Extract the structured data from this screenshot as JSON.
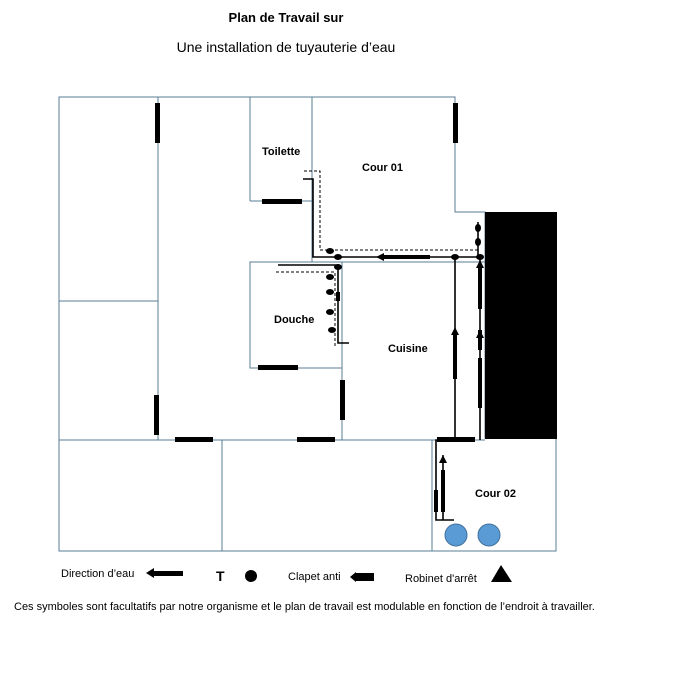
{
  "header": {
    "title": "Plan de Travail sur",
    "subtitle": "Une installation de tuyauterie d’eau"
  },
  "rooms": {
    "toilette": "Toilette",
    "cour01": "Cour 01",
    "douche": "Douche",
    "cuisine": "Cuisine",
    "cour02": "Cour 02"
  },
  "legend": {
    "water_direction": "Direction d’eau",
    "t_symbol": "T",
    "check_valve": "Clapet anti",
    "stop_valve": "Robinet d'arrêt"
  },
  "footnote": "Ces symboles sont facultatifs par notre organisme et le plan de travail est modulable en fonction de l’endroit à travailler.",
  "colors": {
    "wall": "#5a7c95",
    "pipe": "#000000",
    "tank": "#5b9bd5",
    "tank_border": "#41719c"
  }
}
